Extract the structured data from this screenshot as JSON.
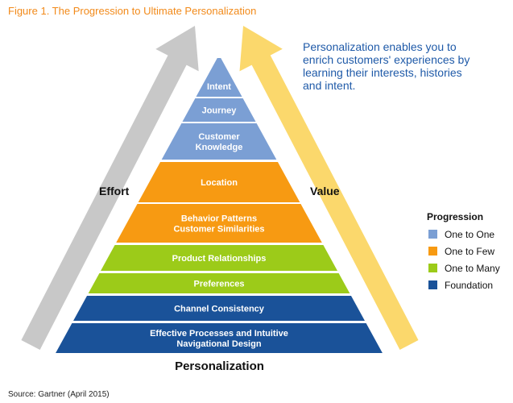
{
  "figure_title": "Figure 1. The Progression to Ultimate Personalization",
  "description": "Personalization enables you to enrich customers' experiences by learning their interests, histories and intent.",
  "left_arrow_label": "Effort",
  "right_arrow_label": "Value",
  "base_label": "Personalization",
  "source": "Source: Gartner (April 2015)",
  "colors": {
    "one_to_one": "#7b9fd4",
    "one_to_few": "#f79a12",
    "one_to_many": "#9ccb19",
    "foundation": "#1a5299",
    "effort_arrow": "#c8c8c8",
    "value_arrow": "#fbd86c",
    "title_orange": "#f28a1a",
    "description_blue": "#1f5aa8"
  },
  "tiers": [
    {
      "lines": [
        "Intent"
      ],
      "group": "one_to_one"
    },
    {
      "lines": [
        "Journey"
      ],
      "group": "one_to_one"
    },
    {
      "lines": [
        "Customer",
        "Knowledge"
      ],
      "group": "one_to_one"
    },
    {
      "lines": [
        "Location"
      ],
      "group": "one_to_few"
    },
    {
      "lines": [
        "Behavior Patterns",
        "Customer Similarities"
      ],
      "group": "one_to_few"
    },
    {
      "lines": [
        "Product Relationships"
      ],
      "group": "one_to_many"
    },
    {
      "lines": [
        "Preferences"
      ],
      "group": "one_to_many"
    },
    {
      "lines": [
        "Channel Consistency"
      ],
      "group": "foundation"
    },
    {
      "lines": [
        "Effective Processes and Intuitive",
        "Navigational Design"
      ],
      "group": "foundation"
    }
  ],
  "legend": {
    "title": "Progression",
    "items": [
      {
        "label": "One to One",
        "group": "one_to_one"
      },
      {
        "label": "One to Few",
        "group": "one_to_few"
      },
      {
        "label": "One to Many",
        "group": "one_to_many"
      },
      {
        "label": "Foundation",
        "group": "foundation"
      }
    ]
  }
}
